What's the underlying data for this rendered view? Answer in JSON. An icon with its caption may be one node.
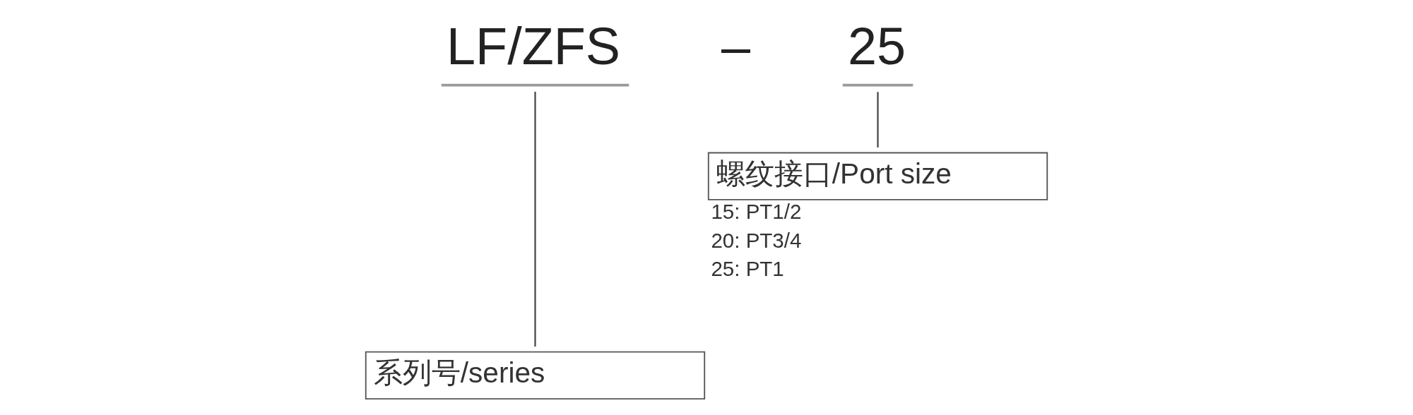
{
  "diagram": {
    "nodes": [
      {
        "text": [
          "LF/ZFS"
        ]
      },
      {
        "text": [
          "25"
        ]
      },
      {
        "text": [
          "螺纹接口/Port size"
        ],
        "beside": [
          "15: PT1/2",
          "20: PT3/4",
          "25: PT1"
        ]
      },
      {
        "text": [
          "系列号/series"
        ]
      }
    ],
    "edges": [
      {
        "from": 1,
        "to": 2,
        "arrow": "none"
      },
      {
        "from": 0,
        "to": 3,
        "arrow": "none"
      }
    ],
    "labels": [
      "–"
    ]
  }
}
